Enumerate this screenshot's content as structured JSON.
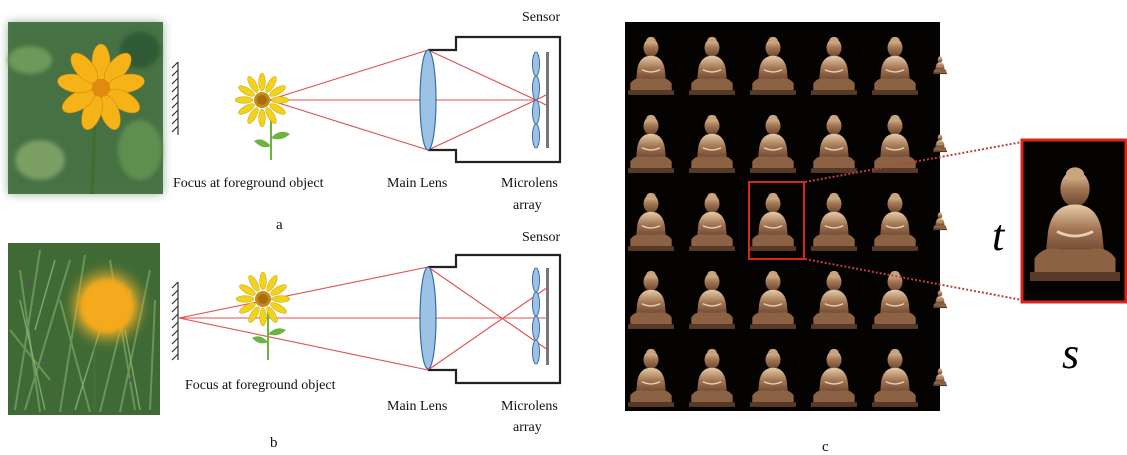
{
  "panel_a": {
    "sensor_label": "Sensor",
    "focus_label": "Focus at foreground object",
    "main_lens_label": "Main Lens",
    "microlens_label_line1": "Microlens",
    "microlens_label_line2": "array",
    "caption": "a"
  },
  "panel_b": {
    "sensor_label": "Sensor",
    "focus_label": "Focus at foreground object",
    "main_lens_label": "Main Lens",
    "microlens_label_line1": "Microlens",
    "microlens_label_line2": "array",
    "caption": "b"
  },
  "panel_c": {
    "caption": "c",
    "axis_t": "t",
    "axis_s": "s",
    "grid_rows": 5,
    "grid_cols": 5,
    "highlighted_cell": {
      "row": 3,
      "col": 3
    }
  },
  "colors": {
    "ray": "#e05050",
    "lens_fill": "#9cc3e6",
    "lens_stroke": "#3a6ea8",
    "petal": "#f2d21b",
    "flower_center": "#c98a12",
    "stem": "#6db33f",
    "highlight_box": "#d8261c"
  },
  "icons": [
    "flower-icon",
    "wall-hatch-icon",
    "main-lens-icon",
    "microlens-array-icon",
    "sensor-plate-icon",
    "buddha-statue-icon"
  ]
}
